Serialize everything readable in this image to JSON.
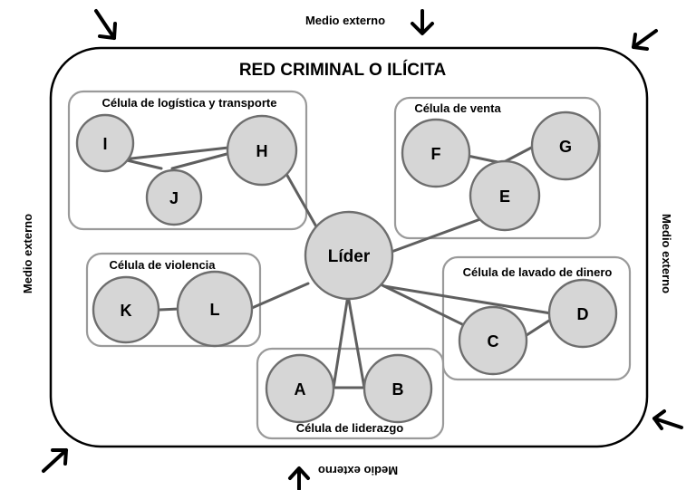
{
  "outer": {
    "title": "RED CRIMINAL O ILÍCITA",
    "env_top": "Medio externo",
    "env_bottom": "Medio externo",
    "env_left": "Medio externo",
    "env_right": "Medio externo"
  },
  "cells": {
    "logistica": "Célula de logística y transporte",
    "venta": "Célula de venta",
    "violencia": "Célula de violencia",
    "lavado": "Célula de lavado de dinero",
    "liderazgo": "Célula de liderazgo"
  },
  "nodes": {
    "lider": "Líder",
    "I": "I",
    "J": "J",
    "H": "H",
    "F": "F",
    "G": "G",
    "E": "E",
    "K": "K",
    "L": "L",
    "C": "C",
    "D": "D",
    "A": "A",
    "B": "B"
  },
  "colors": {
    "node_fill": "#d6d6d6",
    "node_stroke": "#6e6e6e",
    "cell_border": "#9a9a9a",
    "edge": "#5f5f5f"
  }
}
